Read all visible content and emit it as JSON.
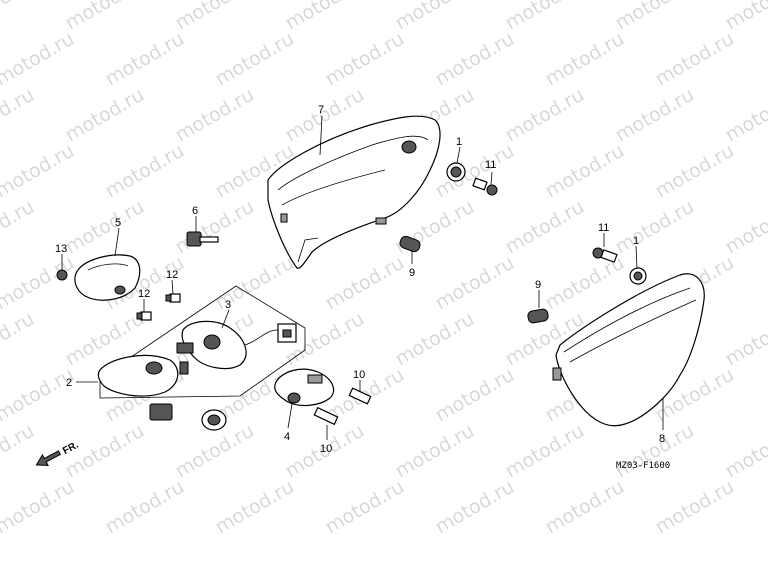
{
  "watermark": {
    "text": "motod.ru"
  },
  "callouts": [
    {
      "id": "c7",
      "label": "7"
    },
    {
      "id": "c1a",
      "label": "1"
    },
    {
      "id": "c11a",
      "label": "11"
    },
    {
      "id": "c6",
      "label": "6"
    },
    {
      "id": "c5",
      "label": "5"
    },
    {
      "id": "c13",
      "label": "13"
    },
    {
      "id": "c12a",
      "label": "12"
    },
    {
      "id": "c12b",
      "label": "12"
    },
    {
      "id": "c3",
      "label": "3"
    },
    {
      "id": "c9a",
      "label": "9"
    },
    {
      "id": "c11b",
      "label": "11"
    },
    {
      "id": "c1b",
      "label": "1"
    },
    {
      "id": "c9b",
      "label": "9"
    },
    {
      "id": "c2",
      "label": "2"
    },
    {
      "id": "c10a",
      "label": "10"
    },
    {
      "id": "c4",
      "label": "4"
    },
    {
      "id": "c10b",
      "label": "10"
    },
    {
      "id": "c8",
      "label": "8"
    }
  ],
  "diagram_code": "MZ03-F1600",
  "front_arrow": {
    "label": "FR."
  },
  "colors": {
    "line": "#000000",
    "watermark": "#d9d9d9",
    "background": "#ffffff"
  }
}
